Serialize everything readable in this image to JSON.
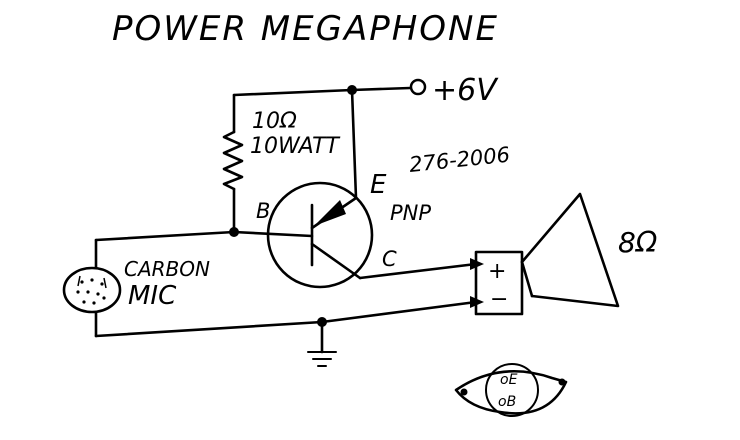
{
  "title": "POWER MEGAPHONE",
  "labels": {
    "supply": "+6V",
    "resistor_value": "10Ω",
    "resistor_watts": "10WATT",
    "emitter": "E",
    "part_number": "276-2006",
    "type": "PNP",
    "base": "B",
    "collector": "C",
    "mic_line1": "CARBON",
    "mic_line2": "MIC",
    "speaker_impedance": "8Ω",
    "plus": "+",
    "minus": "−",
    "pin_e": "oE",
    "pin_b": "oB"
  }
}
